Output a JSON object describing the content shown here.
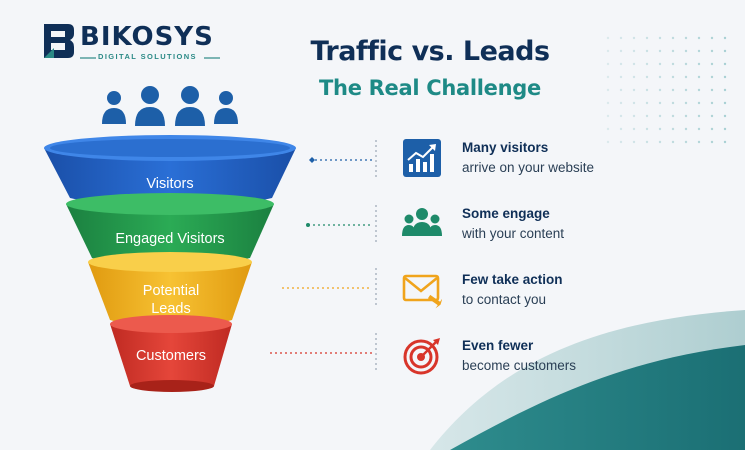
{
  "brand": {
    "name": "BIKOSYS",
    "tagline": "DIGITAL SOLUTIONS"
  },
  "header": {
    "title": "Traffic vs. Leads",
    "subtitle": "The Real Challenge"
  },
  "funnel": {
    "stages": [
      {
        "label": "Visitors",
        "color": "#1f5fc4"
      },
      {
        "label": "Engaged Visitors",
        "color": "#23994a"
      },
      {
        "label": "Potential Leads",
        "color": "#f0b21c"
      },
      {
        "label": "Customers",
        "color": "#d8352a"
      }
    ]
  },
  "insights": [
    {
      "icon": "chart-up-icon",
      "title": "Many visitors",
      "desc": "arrive on your website",
      "color": "#1d5fa8"
    },
    {
      "icon": "people-icon",
      "title": "Some engage",
      "desc": "with your content",
      "color": "#1e8a6a"
    },
    {
      "icon": "envelope-icon",
      "title": "Few take action",
      "desc": "to contact you",
      "color": "#f0a41c"
    },
    {
      "icon": "target-icon",
      "title": "Even fewer",
      "desc": "become customers",
      "color": "#d8352a"
    }
  ],
  "colors": {
    "navy": "#0f2f57",
    "teal": "#1e8a86",
    "background": "#f4f6f9"
  }
}
